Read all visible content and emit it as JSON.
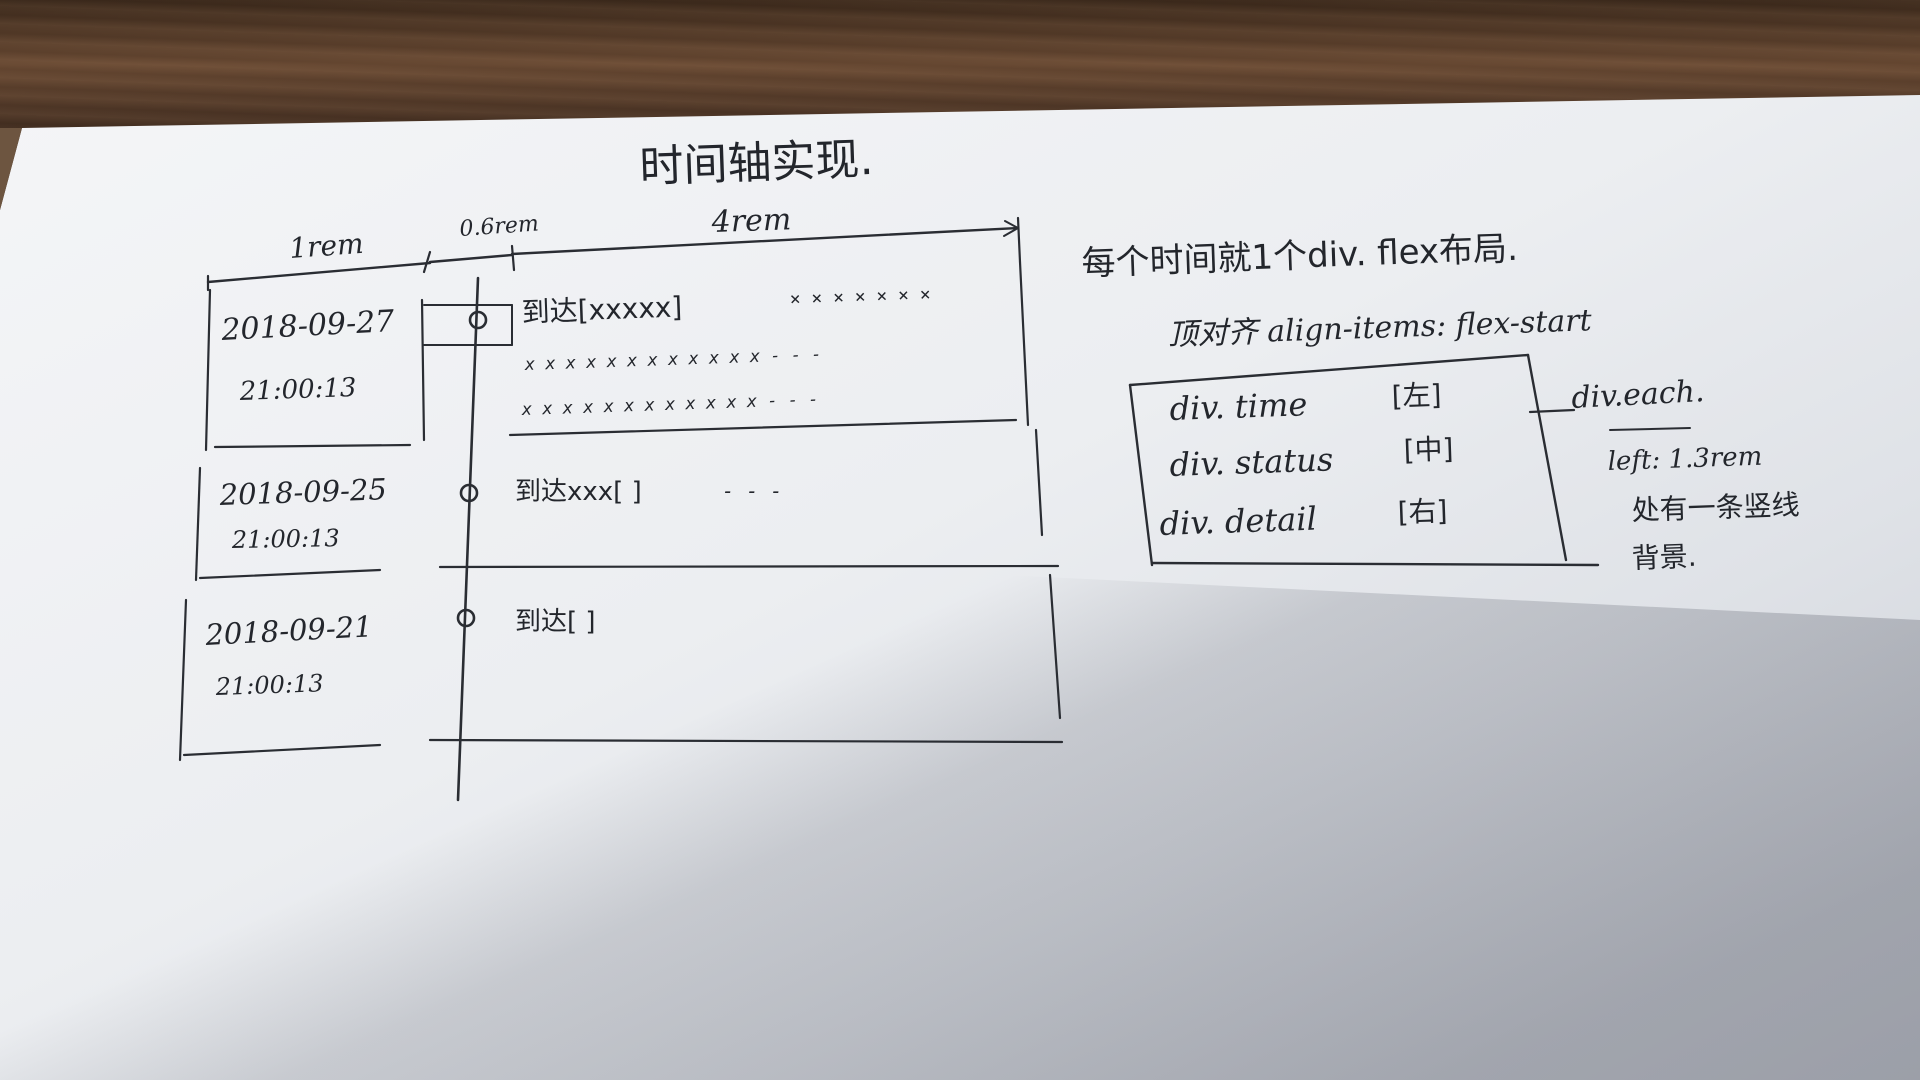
{
  "title": "时间轴实现.",
  "dimensions": {
    "label_time_width": "1rem",
    "label_status_width": "0.6rem",
    "label_detail_width": "4rem"
  },
  "timeline": {
    "items": [
      {
        "date": "2018-09-27",
        "time": "21:00:13",
        "detail": "到达[xxxxx]",
        "detail_lines": [
          "× × × × × × ×",
          "x x x x x x x x x x x  x  - - -",
          "x x x x x x x  x x x x x - - -"
        ]
      },
      {
        "date": "2018-09-25",
        "time": "21:00:13",
        "detail": "到达xxx[ ]",
        "detail_lines": [
          "- - -"
        ]
      },
      {
        "date": "2018-09-21",
        "time": "21:00:13",
        "detail": "到达[ ]",
        "detail_lines": []
      }
    ]
  },
  "notes": {
    "line1": "每个时间就1个div. flex布局.",
    "line2": "顶对齐 align-items: flex-start",
    "box": {
      "row1_label": "div. time",
      "row1_tag": "[左]",
      "row2_label": "div. status",
      "row2_tag": "[中]",
      "row3_label": "div. detail",
      "row3_tag": "[右]"
    },
    "side": {
      "label": "div.each.",
      "line1": "left: 1.3rem",
      "line2": "处有一条竖线",
      "line3": "背景."
    }
  }
}
